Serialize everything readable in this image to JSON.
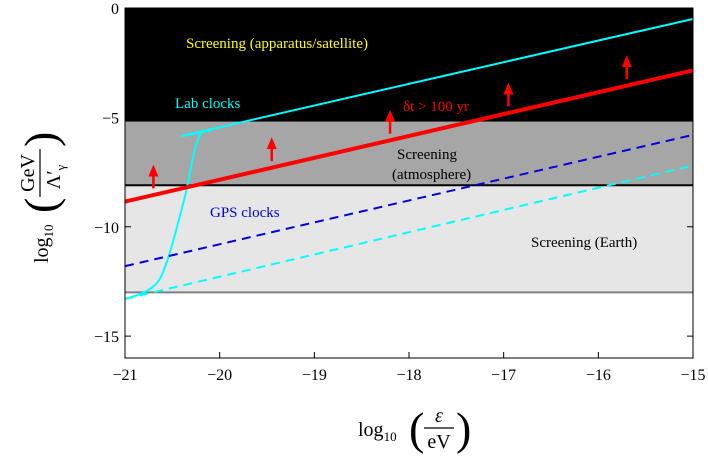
{
  "chart_data": {
    "type": "line",
    "xlim": [
      -21,
      -15
    ],
    "ylim": [
      -16,
      0
    ],
    "x_ticks": [
      -21,
      -20,
      -19,
      -18,
      -17,
      -16,
      -15
    ],
    "x_tick_labels": [
      "−21",
      "−20",
      "−19",
      "−18",
      "−17",
      "−16",
      "−15"
    ],
    "y_ticks": [
      0,
      -5,
      -10,
      -15
    ],
    "y_tick_labels": [
      "0",
      "−5",
      "−10",
      "−15"
    ],
    "xlabel": {
      "prefix": "log",
      "sub": "10",
      "num": "ε",
      "den": "eV"
    },
    "ylabel": {
      "prefix": "log",
      "sub": "10",
      "num": "GeV",
      "den": "Λ′",
      "den_sub": "γ"
    },
    "regions": [
      {
        "name": "apparatus/satellite",
        "y_from": 0,
        "y_to": -5.2,
        "color": "#000000"
      },
      {
        "name": "atmosphere",
        "y_from": -5.2,
        "y_to": -8.1,
        "color": "#a6a6a6"
      },
      {
        "name": "earth",
        "y_from": -8.1,
        "y_to": -13.0,
        "color": "#e6e6e6"
      }
    ],
    "boundaries": [
      {
        "y": -8.1,
        "color": "#000000"
      },
      {
        "y": -13.0,
        "color": "#808080"
      }
    ],
    "series": [
      {
        "name": "Lab clocks",
        "color": "#00ffff",
        "style": "solid",
        "points": [
          [
            -21.0,
            -13.3
          ],
          [
            -20.8,
            -13.0
          ],
          [
            -20.65,
            -12.5
          ],
          [
            -20.55,
            -11.5
          ],
          [
            -20.45,
            -10.0
          ],
          [
            -20.35,
            -8.3
          ],
          [
            -20.27,
            -6.6
          ],
          [
            -20.2,
            -5.75
          ],
          [
            -20.1,
            -5.6
          ],
          [
            -20.0,
            -5.45
          ],
          [
            -15.0,
            -0.5
          ]
        ]
      },
      {
        "name": "δt > 100 yr",
        "color": "#ff0000",
        "style": "solid-thick",
        "points": [
          [
            -21.0,
            -8.85
          ],
          [
            -15.0,
            -2.85
          ]
        ]
      },
      {
        "name": "GPS clocks",
        "color": "#0000dd",
        "style": "dashed",
        "points": [
          [
            -21.0,
            -11.8
          ],
          [
            -15.0,
            -5.8
          ]
        ]
      },
      {
        "name": "",
        "color": "#00ffff",
        "style": "dashed",
        "points": [
          [
            -21.0,
            -13.3
          ],
          [
            -15.0,
            -7.2
          ]
        ]
      }
    ],
    "arrows": [
      {
        "x": -20.7,
        "y": -8.25
      },
      {
        "x": -19.45,
        "y": -7.0
      },
      {
        "x": -18.2,
        "y": -5.75
      },
      {
        "x": -16.95,
        "y": -4.5
      },
      {
        "x": -15.7,
        "y": -3.25
      }
    ],
    "annotations": [
      {
        "key": "screen_sat",
        "text": "Screening (apparatus/satellite)",
        "color": "#ffff00"
      },
      {
        "key": "lab",
        "text": "Lab clocks",
        "color": "#00ffff"
      },
      {
        "key": "delta",
        "text": "δt > 100 yr",
        "color": "#ff0000"
      },
      {
        "key": "screen_atm_1",
        "text": "Screening",
        "color": "#000000"
      },
      {
        "key": "screen_atm_2",
        "text": "(atmosphere)",
        "color": "#000000"
      },
      {
        "key": "gps",
        "text": "GPS clocks",
        "color": "#0000dd"
      },
      {
        "key": "screen_earth",
        "text": "Screening (Earth)",
        "color": "#000000"
      }
    ]
  }
}
